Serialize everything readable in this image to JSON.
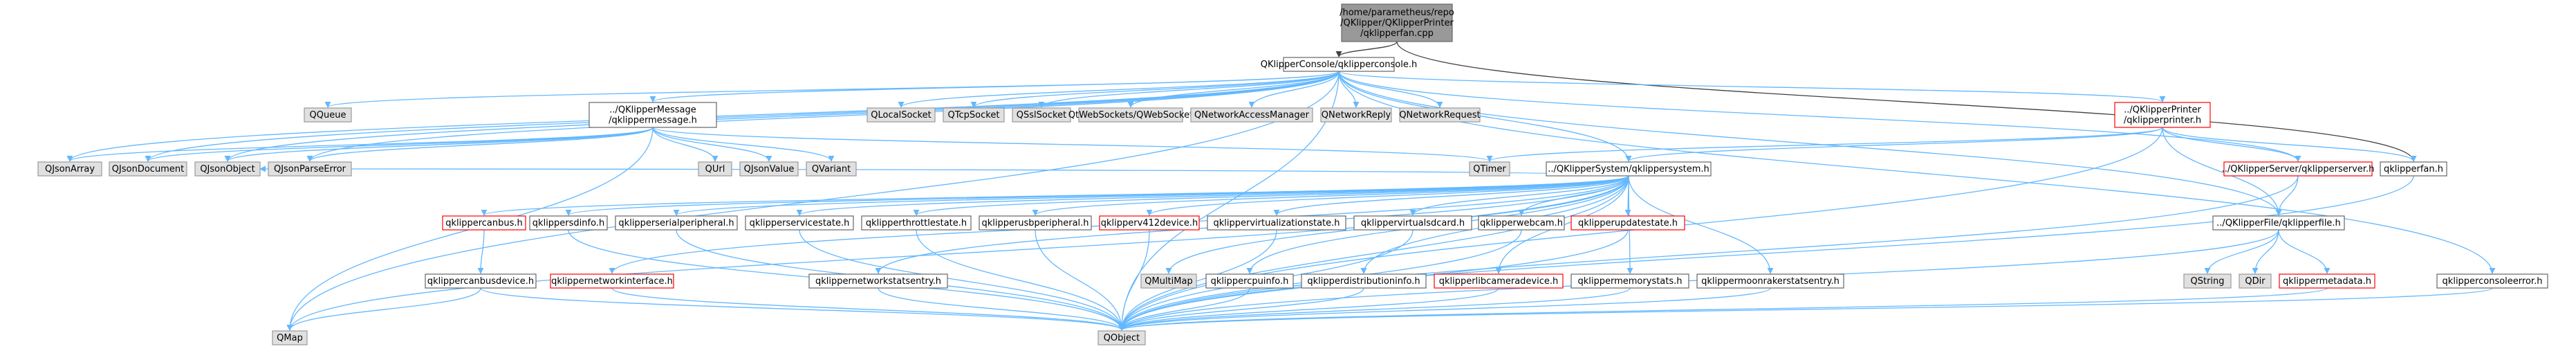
{
  "nodes": [
    {
      "id": "root",
      "lines": [
        "/home/parametheus/repo",
        "/QKlipper/QKlipperPrinter",
        "/qklipperfan.cpp"
      ],
      "style": "root"
    },
    {
      "id": "console",
      "lines": [
        "QKlipperConsole/qklipperconsole.h"
      ],
      "style": "file"
    },
    {
      "id": "qqueue",
      "lines": [
        "QQueue"
      ],
      "style": "external"
    },
    {
      "id": "msg",
      "lines": [
        "../QKlipperMessage",
        "/qklippermessage.h"
      ],
      "style": "file"
    },
    {
      "id": "qlocalsocket",
      "lines": [
        "QLocalSocket"
      ],
      "style": "external"
    },
    {
      "id": "qtcpsocket",
      "lines": [
        "QTcpSocket"
      ],
      "style": "external"
    },
    {
      "id": "qsslsocket",
      "lines": [
        "QSslSocket"
      ],
      "style": "external"
    },
    {
      "id": "qtwebsockets",
      "lines": [
        "QtWebSockets/QWebSocket"
      ],
      "style": "external"
    },
    {
      "id": "qnam",
      "lines": [
        "QNetworkAccessManager"
      ],
      "style": "external"
    },
    {
      "id": "qnetreply",
      "lines": [
        "QNetworkReply"
      ],
      "style": "external"
    },
    {
      "id": "qnetreq",
      "lines": [
        "QNetworkRequest"
      ],
      "style": "external"
    },
    {
      "id": "printer",
      "lines": [
        "../QKlipperPrinter",
        "/qklipperprinter.h"
      ],
      "style": "missing"
    },
    {
      "id": "qjsonarray",
      "lines": [
        "QJsonArray"
      ],
      "style": "external"
    },
    {
      "id": "qjsondoc",
      "lines": [
        "QJsonDocument"
      ],
      "style": "external"
    },
    {
      "id": "qjsonobj",
      "lines": [
        "QJsonObject"
      ],
      "style": "external"
    },
    {
      "id": "qjsonparse",
      "lines": [
        "QJsonParseError"
      ],
      "style": "external"
    },
    {
      "id": "qurl",
      "lines": [
        "QUrl"
      ],
      "style": "external"
    },
    {
      "id": "qjsonvalue",
      "lines": [
        "QJsonValue"
      ],
      "style": "external"
    },
    {
      "id": "qvariant",
      "lines": [
        "QVariant"
      ],
      "style": "external"
    },
    {
      "id": "qtimer",
      "lines": [
        "QTimer"
      ],
      "style": "external"
    },
    {
      "id": "system",
      "lines": [
        "../QKlipperSystem/qklippersystem.h"
      ],
      "style": "file"
    },
    {
      "id": "server",
      "lines": [
        "../QKlipperServer/qklipperserver.h"
      ],
      "style": "missing"
    },
    {
      "id": "fan",
      "lines": [
        "qklipperfan.h"
      ],
      "style": "file"
    },
    {
      "id": "canbus",
      "lines": [
        "qklippercanbus.h"
      ],
      "style": "missing"
    },
    {
      "id": "sdinfo",
      "lines": [
        "qklippersdinfo.h"
      ],
      "style": "file"
    },
    {
      "id": "serial",
      "lines": [
        "qklipperserialperipheral.h"
      ],
      "style": "file"
    },
    {
      "id": "servicestate",
      "lines": [
        "qklipperservicestate.h"
      ],
      "style": "file"
    },
    {
      "id": "throttle",
      "lines": [
        "qklipperthrottlestate.h"
      ],
      "style": "file"
    },
    {
      "id": "usb",
      "lines": [
        "qklipperusbperipheral.h"
      ],
      "style": "file"
    },
    {
      "id": "v4l2",
      "lines": [
        "qklipperv412device.h"
      ],
      "style": "missing"
    },
    {
      "id": "virtstate",
      "lines": [
        "qklippervirtualizationstate.h"
      ],
      "style": "file"
    },
    {
      "id": "virtsd",
      "lines": [
        "qklippervirtualsdcard.h"
      ],
      "style": "file"
    },
    {
      "id": "webcam",
      "lines": [
        "qklipperwebcam.h"
      ],
      "style": "file"
    },
    {
      "id": "update",
      "lines": [
        "qklipperupdatestate.h"
      ],
      "style": "missing"
    },
    {
      "id": "file",
      "lines": [
        "../QKlipperFile/qklipperfile.h"
      ],
      "style": "file"
    },
    {
      "id": "consoleerr",
      "lines": [
        "qklipperconsoleerror.h"
      ],
      "style": "file"
    },
    {
      "id": "canbusdev",
      "lines": [
        "qklippercanbusdevice.h"
      ],
      "style": "file"
    },
    {
      "id": "netif",
      "lines": [
        "qklippernetworkinterface.h"
      ],
      "style": "missing"
    },
    {
      "id": "netstat",
      "lines": [
        "qklippernetworkstatsentry.h"
      ],
      "style": "file"
    },
    {
      "id": "qmultimap",
      "lines": [
        "QMultiMap"
      ],
      "style": "external"
    },
    {
      "id": "cpuinfo",
      "lines": [
        "qklippercpuinfo.h"
      ],
      "style": "file"
    },
    {
      "id": "distinfo",
      "lines": [
        "qklipperdistributioninfo.h"
      ],
      "style": "file"
    },
    {
      "id": "libcam",
      "lines": [
        "qklipperlibcameradevice.h"
      ],
      "style": "missing"
    },
    {
      "id": "memstats",
      "lines": [
        "qklippermemorystats.h"
      ],
      "style": "file"
    },
    {
      "id": "moonstat",
      "lines": [
        "qklippermoonrakerstatsentry.h"
      ],
      "style": "file"
    },
    {
      "id": "qstring",
      "lines": [
        "QString"
      ],
      "style": "external"
    },
    {
      "id": "qdir",
      "lines": [
        "QDir"
      ],
      "style": "external"
    },
    {
      "id": "metadata",
      "lines": [
        "qklippermetadata.h"
      ],
      "style": "missing"
    },
    {
      "id": "qmap",
      "lines": [
        "QMap"
      ],
      "style": "external"
    },
    {
      "id": "qobject",
      "lines": [
        "QObject"
      ],
      "style": "external"
    }
  ],
  "edges": [
    [
      "root",
      "console"
    ],
    [
      "root",
      "fan"
    ],
    [
      "console",
      "qqueue"
    ],
    [
      "console",
      "msg"
    ],
    [
      "console",
      "qlocalsocket"
    ],
    [
      "console",
      "qtcpsocket"
    ],
    [
      "console",
      "qsslsocket"
    ],
    [
      "console",
      "qtwebsockets"
    ],
    [
      "console",
      "qnam"
    ],
    [
      "console",
      "qnetreply"
    ],
    [
      "console",
      "qnetreq"
    ],
    [
      "console",
      "printer"
    ],
    [
      "console",
      "qjsonarray"
    ],
    [
      "console",
      "qjsondoc"
    ],
    [
      "console",
      "qjsonobj"
    ],
    [
      "console",
      "qjsonparse"
    ],
    [
      "console",
      "system"
    ],
    [
      "console",
      "server"
    ],
    [
      "console",
      "file"
    ],
    [
      "console",
      "consoleerr"
    ],
    [
      "console",
      "qmap"
    ],
    [
      "console",
      "qobject"
    ],
    [
      "msg",
      "qjsonarray"
    ],
    [
      "msg",
      "qjsondoc"
    ],
    [
      "msg",
      "qjsonobj"
    ],
    [
      "msg",
      "qjsonparse"
    ],
    [
      "msg",
      "qurl"
    ],
    [
      "msg",
      "qjsonvalue"
    ],
    [
      "msg",
      "qvariant"
    ],
    [
      "msg",
      "qtimer"
    ],
    [
      "msg",
      "qmap"
    ],
    [
      "printer",
      "qtimer"
    ],
    [
      "printer",
      "system"
    ],
    [
      "printer",
      "server"
    ],
    [
      "printer",
      "fan"
    ],
    [
      "printer",
      "file"
    ],
    [
      "printer",
      "qobject"
    ],
    [
      "system",
      "canbus"
    ],
    [
      "system",
      "sdinfo"
    ],
    [
      "system",
      "serial"
    ],
    [
      "system",
      "servicestate"
    ],
    [
      "system",
      "throttle"
    ],
    [
      "system",
      "usb"
    ],
    [
      "system",
      "v4l2"
    ],
    [
      "system",
      "virtstate"
    ],
    [
      "system",
      "virtsd"
    ],
    [
      "system",
      "webcam"
    ],
    [
      "system",
      "update"
    ],
    [
      "system",
      "netif"
    ],
    [
      "system",
      "netstat"
    ],
    [
      "system",
      "cpuinfo"
    ],
    [
      "system",
      "distinfo"
    ],
    [
      "system",
      "libcam"
    ],
    [
      "system",
      "memstats"
    ],
    [
      "system",
      "moonstat"
    ],
    [
      "system",
      "qmultimap"
    ],
    [
      "system",
      "qmap"
    ],
    [
      "system",
      "qjsonobj"
    ],
    [
      "system",
      "qobject"
    ],
    [
      "server",
      "file"
    ],
    [
      "server",
      "qobject"
    ],
    [
      "fan",
      "qobject"
    ],
    [
      "file",
      "qstring"
    ],
    [
      "file",
      "qdir"
    ],
    [
      "file",
      "metadata"
    ],
    [
      "file",
      "qobject"
    ],
    [
      "consoleerr",
      "qobject"
    ],
    [
      "canbus",
      "canbusdev"
    ],
    [
      "canbusdev",
      "qmap"
    ],
    [
      "canbusdev",
      "qobject"
    ],
    [
      "sdinfo",
      "qobject"
    ],
    [
      "serial",
      "qobject"
    ],
    [
      "servicestate",
      "qobject"
    ],
    [
      "throttle",
      "qobject"
    ],
    [
      "usb",
      "qobject"
    ],
    [
      "v4l2",
      "qobject"
    ],
    [
      "virtstate",
      "qobject"
    ],
    [
      "virtsd",
      "qobject"
    ],
    [
      "webcam",
      "qobject"
    ],
    [
      "update",
      "qobject"
    ],
    [
      "netif",
      "qobject"
    ],
    [
      "netstat",
      "qobject"
    ],
    [
      "cpuinfo",
      "qobject"
    ],
    [
      "distinfo",
      "qobject"
    ],
    [
      "libcam",
      "qobject"
    ],
    [
      "memstats",
      "qobject"
    ],
    [
      "moonstat",
      "qobject"
    ],
    [
      "metadata",
      "qobject"
    ]
  ],
  "colors": {
    "file_fill": "#ffffff",
    "file_stroke": "#666666",
    "root_fill": "#999999",
    "root_stroke": "#666666",
    "external_fill": "#e0e0e0",
    "external_stroke": "#999999",
    "missing_fill": "#ffffff",
    "missing_stroke": "#ff0000",
    "edge": "#63b8ff",
    "edge_root": "#404040",
    "text": "#000000"
  }
}
